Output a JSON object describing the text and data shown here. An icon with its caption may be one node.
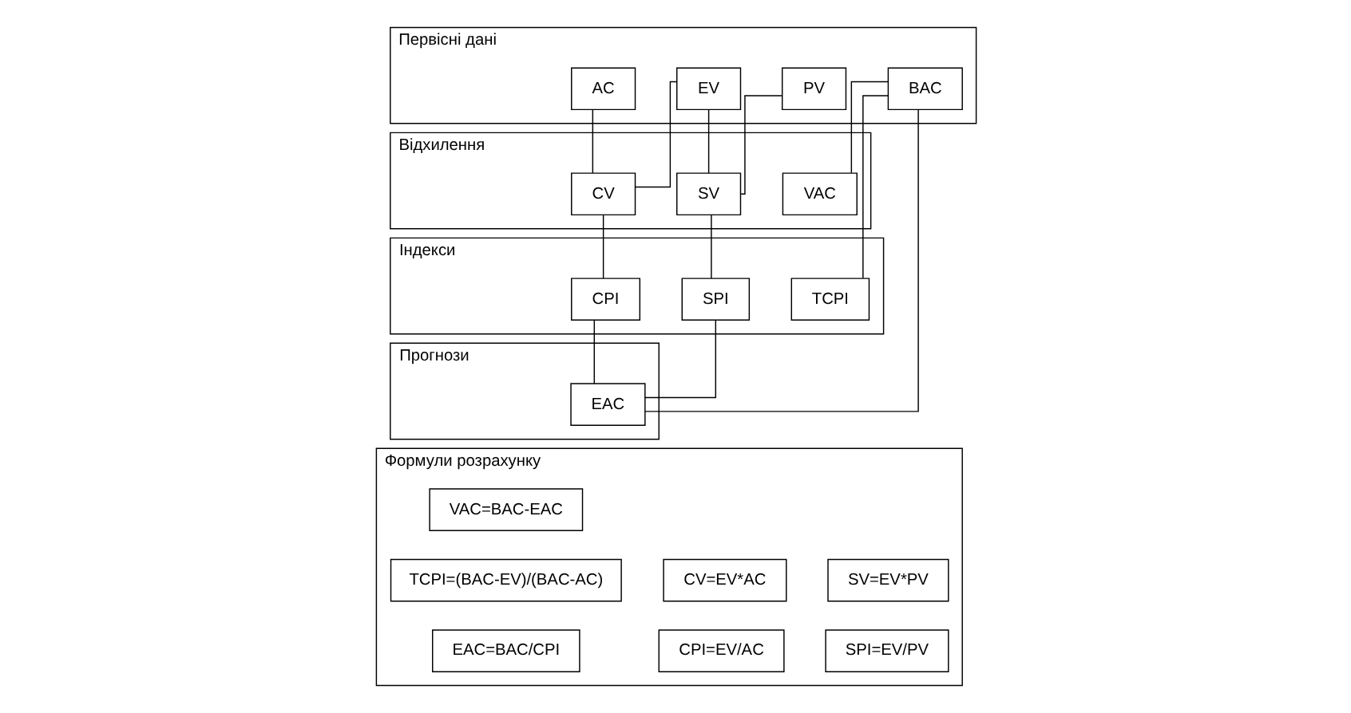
{
  "diagram": {
    "nodes": [
      {
        "text": [
          "Первісні дані"
        ]
      },
      {
        "text": [
          "BAC"
        ],
        "in": 0
      },
      {
        "text": [
          "AC"
        ],
        "in": 0
      },
      {
        "text": [
          "EV"
        ],
        "in": 0
      },
      {
        "text": [
          "PV"
        ],
        "in": 0
      },
      {
        "text": [
          "Відхилення"
        ]
      },
      {
        "text": [
          "VAC"
        ],
        "in": 5
      },
      {
        "text": [
          "CV"
        ],
        "in": 5
      },
      {
        "text": [
          "SV"
        ],
        "in": 5
      },
      {
        "text": [
          "Індекси"
        ]
      },
      {
        "text": [
          "TCPI"
        ],
        "in": 9
      },
      {
        "text": [
          "CPI"
        ],
        "in": 9
      },
      {
        "text": [
          "SPI"
        ],
        "in": 9
      },
      {
        "text": [
          "Прогнози"
        ]
      },
      {
        "text": [
          "EAC"
        ],
        "in": 13
      },
      {
        "text": [
          "Формули розрахунку"
        ]
      },
      {
        "text": [
          "VAC=BAC-EAC"
        ],
        "in": 15
      },
      {
        "text": [
          "TCPI=(BAC-EV)/(BAC-AC)"
        ],
        "in": 15
      },
      {
        "text": [
          "EAC=BAC/CPI"
        ],
        "in": 15
      },
      {
        "text": [
          "CV=EV*AC"
        ],
        "in": 15
      },
      {
        "text": [
          "SV=EV*PV"
        ],
        "in": 15
      },
      {
        "text": [
          "CPI=EV/AC"
        ],
        "in": 15
      },
      {
        "text": [
          "SPI=EV/PV"
        ],
        "in": 15
      }
    ],
    "edges": [
      {
        "from": 1,
        "to": 6,
        "arrow": "none"
      },
      {
        "from": 1,
        "to": 10,
        "arrow": "none"
      },
      {
        "from": 1,
        "to": 14,
        "arrow": "none"
      },
      {
        "from": 2,
        "to": 7,
        "arrow": "none"
      },
      {
        "from": 3,
        "to": 7,
        "arrow": "none"
      },
      {
        "from": 3,
        "to": 8,
        "arrow": "none"
      },
      {
        "from": 4,
        "to": 8,
        "arrow": "none"
      },
      {
        "from": 7,
        "to": 11,
        "arrow": "none"
      },
      {
        "from": 8,
        "to": 12,
        "arrow": "none"
      },
      {
        "from": 11,
        "to": 14,
        "arrow": "none"
      },
      {
        "from": 12,
        "to": 14,
        "arrow": "none"
      }
    ]
  }
}
